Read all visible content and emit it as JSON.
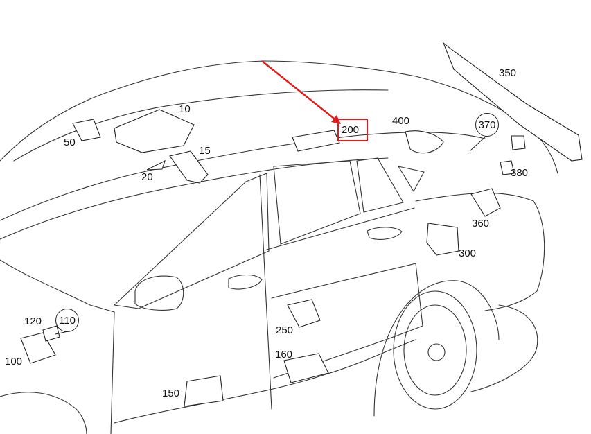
{
  "diagram": {
    "highlight_color": "#e31b1b",
    "highlighted_part": "200",
    "labels": {
      "p10": "10",
      "p15": "15",
      "p20": "20",
      "p50": "50",
      "p100": "100",
      "p110": "110",
      "p120": "120",
      "p150": "150",
      "p160": "160",
      "p200": "200",
      "p250": "250",
      "p300": "300",
      "p350": "350",
      "p360": "360",
      "p370": "370",
      "p380": "380",
      "p400": "400"
    }
  }
}
